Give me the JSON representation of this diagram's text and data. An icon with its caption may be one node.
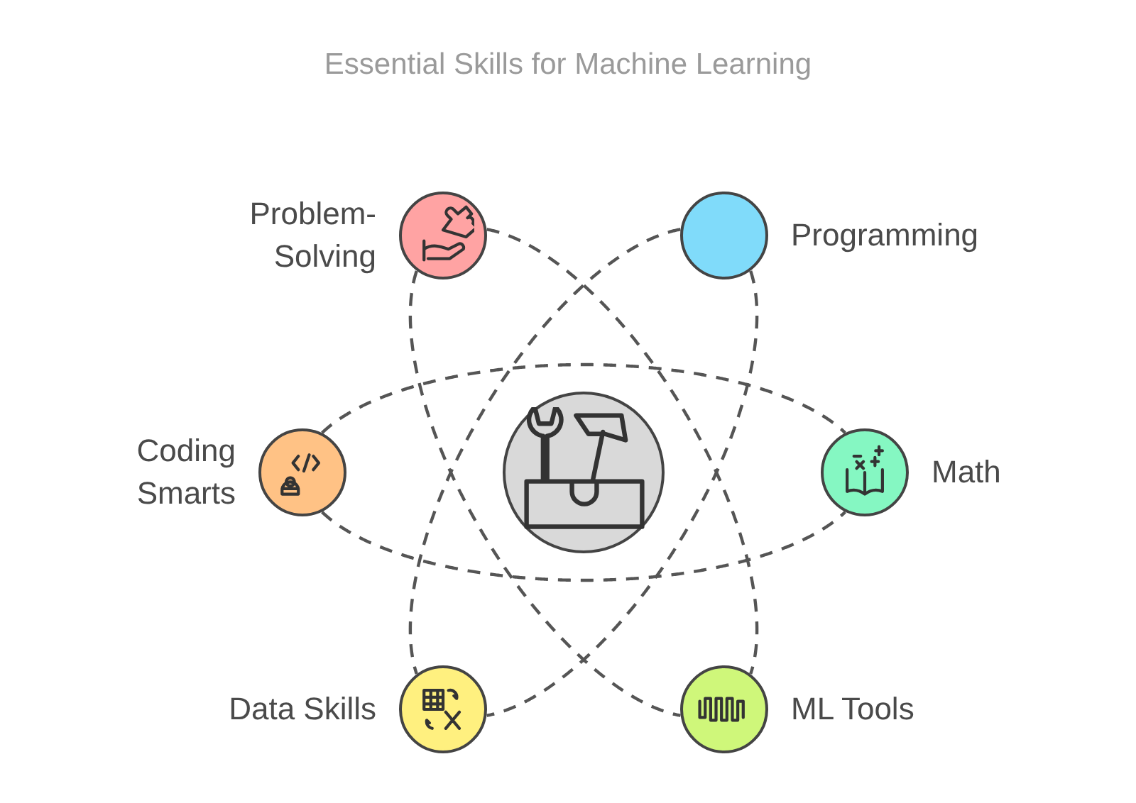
{
  "diagram": {
    "title": "Essential Skills for Machine Learning",
    "nodes": [
      {
        "text": [],
        "shape": "circle"
      },
      {
        "text": [
          "Problem-Solving"
        ]
      },
      {
        "text": [
          "Programming"
        ]
      },
      {
        "text": [
          "Coding Smarts"
        ]
      },
      {
        "text": [
          "Math"
        ]
      },
      {
        "text": [
          "Data Skills"
        ]
      },
      {
        "text": [
          "ML Tools"
        ]
      }
    ],
    "edges": [
      {
        "from": 3,
        "to": 4,
        "arrow": "none",
        "style": "dashed"
      },
      {
        "from": 3,
        "to": 4,
        "arrow": "none",
        "style": "dashed"
      },
      {
        "from": 1,
        "to": 6,
        "arrow": "none",
        "style": "dashed"
      },
      {
        "from": 1,
        "to": 6,
        "arrow": "none",
        "style": "dashed"
      },
      {
        "from": 2,
        "to": 5,
        "arrow": "none",
        "style": "dashed"
      },
      {
        "from": 2,
        "to": 5,
        "arrow": "none",
        "style": "dashed"
      }
    ]
  }
}
